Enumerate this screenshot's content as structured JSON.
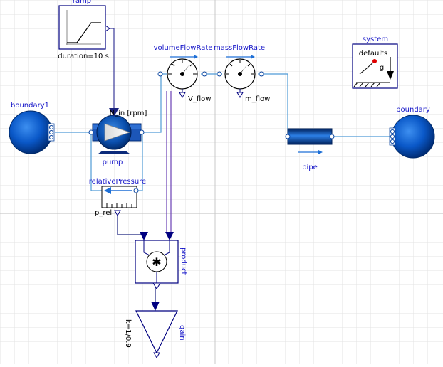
{
  "diagram": {
    "colors": {
      "grid": "#e3e3e3",
      "grid_major": "#bdbdbd",
      "fluid_line": "#4f9bd6",
      "signal_line": "#1a237e",
      "signal_line2": "#6a3fb5",
      "label_blue": "#1414c8",
      "block_border": "#000080",
      "boundary_dark": "#003a8c",
      "boundary_light": "#2f7fe8"
    },
    "labels": {
      "ramp": "ramp",
      "ramp_param": "duration=10 s",
      "system": "system",
      "system_defaults": "defaults",
      "system_g": "g",
      "volume_flow_rate": "volumeFlowRate",
      "mass_flow_rate": "massFlowRate",
      "v_flow": "V_flow",
      "m_flow": "m_flow",
      "boundary1": "boundary1",
      "boundary": "boundary",
      "pump": "pump",
      "n_in": "N_in [rpm]",
      "relative_pressure": "relativePressure",
      "p_rel": "p_rel",
      "pipe": "pipe",
      "product": "product",
      "product_symbol": "✱",
      "gain": "gain",
      "gain_param": "k=1/0.9"
    }
  }
}
